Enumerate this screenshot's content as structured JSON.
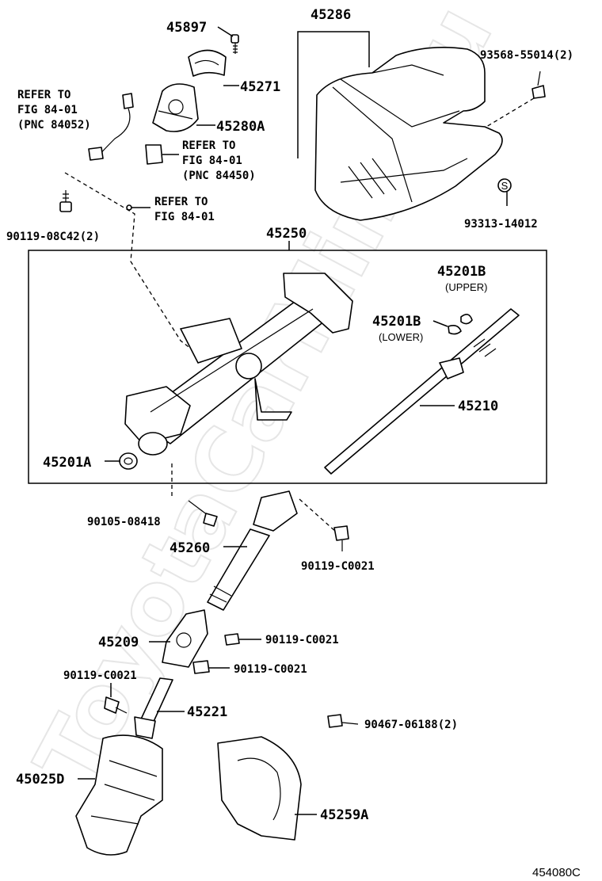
{
  "watermark": "ToyotaCarMine.ru",
  "figure_code": "454080C",
  "labels": {
    "p45897": "45897",
    "p45286": "45286",
    "p93568": "93568-55014(2)",
    "p45271": "45271",
    "p45280a": "45280A",
    "refer1_l1": "REFER TO",
    "refer1_l2": "FIG 84-01",
    "refer1_l3": "(PNC 84052)",
    "refer2_l1": "REFER TO",
    "refer2_l2": "FIG 84-01",
    "refer2_l3": "(PNC 84450)",
    "refer3_l1": "REFER TO",
    "refer3_l2": "FIG 84-01",
    "p90119_08c42": "90119-08C42(2)",
    "p93313": "93313-14012",
    "p45250": "45250",
    "p45201b_upper": "45201B",
    "upper_note": "(UPPER)",
    "p45201b_lower": "45201B",
    "lower_note": "(LOWER)",
    "p45210": "45210",
    "p45201a": "45201A",
    "p90105": "90105-08418",
    "p45260": "45260",
    "p90119_c0021_a": "90119-C0021",
    "p45209": "45209",
    "p90119_c0021_b": "90119-C0021",
    "p90119_c0021_c": "90119-C0021",
    "p90119_c0021_d": "90119-C0021",
    "p45221": "45221",
    "p90467": "90467-06188(2)",
    "p45025d": "45025D",
    "p45259a": "45259A",
    "s_marker": "S"
  }
}
